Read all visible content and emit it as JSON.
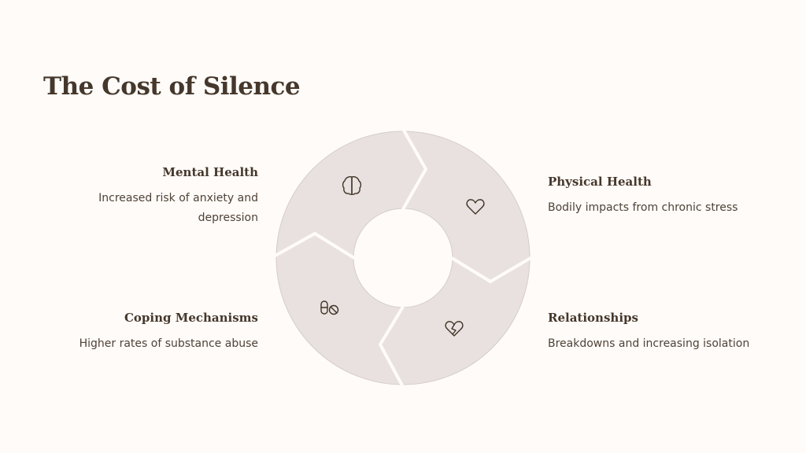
{
  "title": "The Cost of Silence",
  "colors": {
    "background": "#fefbf8",
    "segment": "#e9e1df",
    "segment_border": "#d6cdca",
    "text": "#45372b"
  },
  "segments": [
    {
      "heading": "Mental Health",
      "description": "Increased risk of anxiety and depression",
      "icon": "brain-icon"
    },
    {
      "heading": "Physical Health",
      "description": "Bodily impacts from chronic stress",
      "icon": "heart-icon"
    },
    {
      "heading": "Relationships",
      "description": "Breakdowns and increasing isolation",
      "icon": "broken-heart-icon"
    },
    {
      "heading": "Coping Mechanisms",
      "description": "Higher rates of substance abuse",
      "icon": "pills-icon"
    }
  ]
}
